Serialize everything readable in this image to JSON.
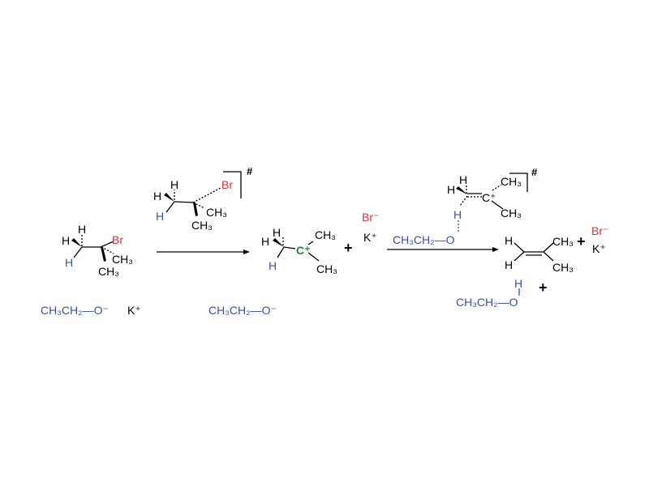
{
  "colors": {
    "carbon_hydrogen": "#000000",
    "bromine": "#d0343c",
    "ethoxide": "#3a52a0",
    "carbocation": "#1a8a3a"
  },
  "reactant": {
    "h_top": "H",
    "h_left": "H",
    "h_bottom": "H",
    "br": "Br",
    "ch3_right": "CH₃",
    "ch3_down": "CH₃"
  },
  "base1": {
    "ethoxide": "CH₃CH₂—O⁻",
    "counterion": "K⁺"
  },
  "ts1": {
    "h_top": "H",
    "h_left": "H",
    "h_bottom": "H",
    "br": "Br",
    "ch3_right": "CH₃",
    "ch3_down": "CH₃",
    "symbol": "#"
  },
  "base2": {
    "ethoxide": "CH₃CH₂—O⁻"
  },
  "carbocation": {
    "h_top": "H",
    "h_left": "H",
    "h_bottom": "H",
    "c_plus": "C⁺",
    "ch3_up": "CH₃",
    "ch3_down": "CH₃",
    "plus": "+"
  },
  "ions1": {
    "br": "Br⁻",
    "k": "K⁺"
  },
  "ts2": {
    "h_top": "H",
    "h_left": "H",
    "c_plus": "C⁺",
    "ch3_up": "CH₃",
    "ch3_down": "CH₃",
    "h_transfer": "H",
    "ethoxy": "CH₃CH₂—O",
    "symbol": "#"
  },
  "product": {
    "h_top": "H",
    "h_bottom": "H",
    "ch3_up": "CH₃",
    "ch3_down": "CH₃",
    "plus1": "+",
    "br": "Br⁻",
    "k": "K⁺",
    "ethanol_h": "H",
    "ethanol": "CH₃CH₂—O",
    "plus2": "+"
  }
}
